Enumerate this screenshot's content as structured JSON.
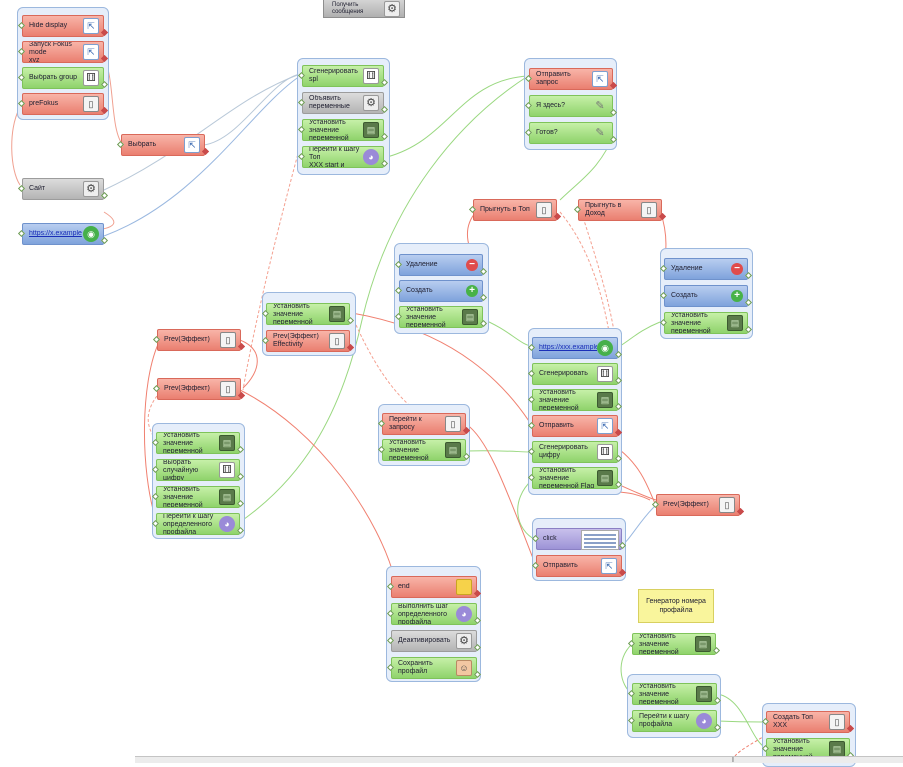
{
  "top_node": {
    "label": "Получить\nсообщения",
    "icon": "gear-icon"
  },
  "note": {
    "text": "Генератор номера\nпрофайла"
  },
  "groups": [
    {
      "id": "g1",
      "blocks": [
        {
          "label": "Hide display",
          "color": "red",
          "icon": "export-icon"
        },
        {
          "label": "Запуск Fokus mode\nxyz",
          "color": "red",
          "icon": "export-icon"
        },
        {
          "label": "Выбрать group",
          "color": "green",
          "icon": "dice-icon"
        },
        {
          "label": "preFokus",
          "color": "red",
          "icon": "document-icon"
        }
      ]
    },
    {
      "id": "g2",
      "blocks": [
        {
          "label": "Сгенерировать\nspl",
          "color": "green",
          "icon": "dice-icon"
        },
        {
          "label": "Объявить\nпеременные",
          "color": "gray",
          "icon": "gear-icon"
        },
        {
          "label": "Установить значение\nпеременной\n(multiple)",
          "color": "green",
          "icon": "screen-icon"
        },
        {
          "label": "Перейти к шагу Топ\nXXX start и группу",
          "color": "green",
          "icon": "pie-icon"
        }
      ]
    },
    {
      "id": "g3",
      "blocks": [
        {
          "label": "Отправить запрос",
          "color": "red",
          "icon": "export-icon"
        },
        {
          "label": "Я здесь?",
          "color": "green",
          "icon": "pin-icon"
        },
        {
          "label": "Готов?",
          "color": "green",
          "icon": "pin-icon"
        }
      ]
    },
    {
      "id": "g4",
      "blocks": [
        {
          "label": "Удаление",
          "color": "blue",
          "icon": "minus-icon"
        },
        {
          "label": "Создать",
          "color": "blue",
          "icon": "plus-icon"
        },
        {
          "label": "Установить значение\nпеременной SysFlag\nпо определенным правилам",
          "color": "green",
          "icon": "screen-icon"
        }
      ]
    },
    {
      "id": "g5",
      "blocks": [
        {
          "label": "Удаление",
          "color": "blue",
          "icon": "minus-icon"
        },
        {
          "label": "Создать",
          "color": "blue",
          "icon": "plus-icon"
        },
        {
          "label": "Установить значение\nпеременной SysFlag\nпо определенным правилам",
          "color": "green",
          "icon": "screen-icon"
        }
      ]
    },
    {
      "id": "g6",
      "blocks": [
        {
          "label": "Установить значение\nпеременной (multiple)",
          "color": "green",
          "icon": "screen-icon"
        },
        {
          "label": "Prev(Эффект)\nEffectivity",
          "color": "red",
          "icon": "document-icon"
        }
      ]
    },
    {
      "id": "g7",
      "blocks": [
        {
          "label": "Установить значение\nпеременной\nTopRating",
          "color": "green",
          "icon": "screen-icon"
        },
        {
          "label": "Выбрать случайную\nцифру",
          "color": "green",
          "icon": "dice-icon"
        },
        {
          "label": "Установить значение\nпеременной\n(multiple)",
          "color": "green",
          "icon": "screen-icon"
        },
        {
          "label": "Перейти к шагу\nопределенного\nпрофайла",
          "color": "green",
          "icon": "pie-icon"
        }
      ]
    },
    {
      "id": "g8",
      "blocks": [
        {
          "label": "Перейти к\nзапросу",
          "color": "red",
          "icon": "document-icon"
        },
        {
          "label": "Установить значение\nпеременной (Flagmax)",
          "color": "green",
          "icon": "screen-icon"
        }
      ]
    },
    {
      "id": "g9",
      "blocks": [
        {
          "label": "https://xxx.example",
          "color": "blue",
          "icon": "globe-icon",
          "link": true
        },
        {
          "label": "Сгенерировать",
          "color": "green",
          "icon": "dice-icon"
        },
        {
          "label": "Установить значение\nпеременной (multi)",
          "color": "green",
          "icon": "screen-icon"
        },
        {
          "label": "Отправить",
          "color": "red",
          "icon": "export-icon"
        },
        {
          "label": "Сгенерировать\nцифру",
          "color": "green",
          "icon": "dice-icon"
        },
        {
          "label": "Установить значение\nпеременной Flag",
          "color": "green",
          "icon": "screen-icon"
        }
      ]
    },
    {
      "id": "g10",
      "blocks": [
        {
          "label": "click",
          "color": "purple",
          "icon": "menu-icon"
        },
        {
          "label": "Отправить",
          "color": "red",
          "icon": "export-icon"
        }
      ]
    },
    {
      "id": "g11",
      "blocks": [
        {
          "label": "end",
          "color": "red",
          "icon": "note-icon"
        },
        {
          "label": "Выполнить шаг\nопределенного профайла",
          "color": "green",
          "icon": "pie-icon"
        },
        {
          "label": "Деактивировать",
          "color": "gray",
          "icon": "gear-icon"
        },
        {
          "label": "Сохранить профайл",
          "color": "green",
          "icon": "user-icon"
        }
      ]
    },
    {
      "id": "g12",
      "blocks": [
        {
          "label": "Установить значение\nпеременной\n(profilenum)",
          "color": "green",
          "icon": "screen-icon"
        }
      ]
    },
    {
      "id": "g13",
      "blocks": [
        {
          "label": "Установить значение\nпеременной (num)",
          "color": "green",
          "icon": "screen-icon"
        },
        {
          "label": "Перейти к шагу\nпрофайла",
          "color": "green",
          "icon": "pie-icon"
        }
      ]
    },
    {
      "id": "g14",
      "blocks": [
        {
          "label": "Создать Топ XXX",
          "color": "red",
          "icon": "document-icon"
        },
        {
          "label": "Установить значение\nпеременной (num)",
          "color": "green",
          "icon": "screen-icon"
        }
      ]
    }
  ],
  "standalone": [
    {
      "id": "s1",
      "label": "Выбрать",
      "color": "red",
      "icon": "export-icon"
    },
    {
      "id": "s2",
      "label": "Сайт",
      "color": "gray",
      "icon": "gear-icon"
    },
    {
      "id": "s3",
      "label": "https://x.example",
      "color": "blue",
      "icon": "globe-icon",
      "link": true
    },
    {
      "id": "s4",
      "label": "Прыгнуть в Топ",
      "color": "red",
      "icon": "document-icon"
    },
    {
      "id": "s5",
      "label": "Прыгнуть в Доход",
      "color": "red",
      "icon": "document-icon"
    },
    {
      "id": "s6",
      "label": "Prev(Эффект)",
      "color": "red",
      "icon": "document-icon"
    },
    {
      "id": "s7",
      "label": "Prev(Эффект)",
      "color": "red",
      "icon": "document-icon"
    },
    {
      "id": "s8",
      "label": "Prev(Эффект)",
      "color": "red",
      "icon": "document-icon"
    }
  ]
}
